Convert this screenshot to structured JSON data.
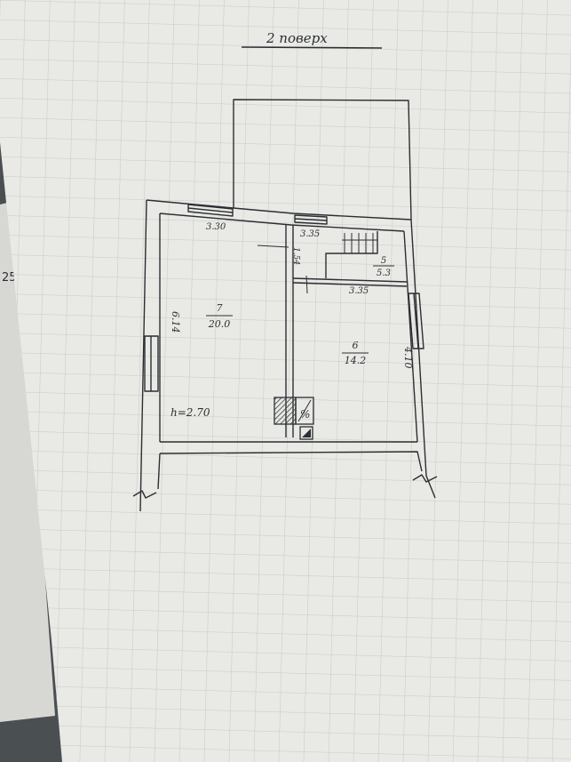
{
  "plan": {
    "title": "2 поверх",
    "margin_number": "25",
    "rooms": [
      {
        "number": "7",
        "area": "20.0"
      },
      {
        "number": "6",
        "area": "14.2"
      },
      {
        "number": "5",
        "area": "5.3"
      }
    ],
    "dimensions": {
      "room7_width": "3.30",
      "room7_length": "6.14",
      "room6_width": "3.35",
      "room6_length": "4.10",
      "room5_width": "3.35",
      "corridor_width": "1.54"
    },
    "ceiling_height": "h=2.70",
    "chimney_mark": "%"
  },
  "colors": {
    "paper": "#e9e9e5",
    "ink": "#2b2f33",
    "grid": "#c9cbc9",
    "background": "#4a4f52"
  }
}
